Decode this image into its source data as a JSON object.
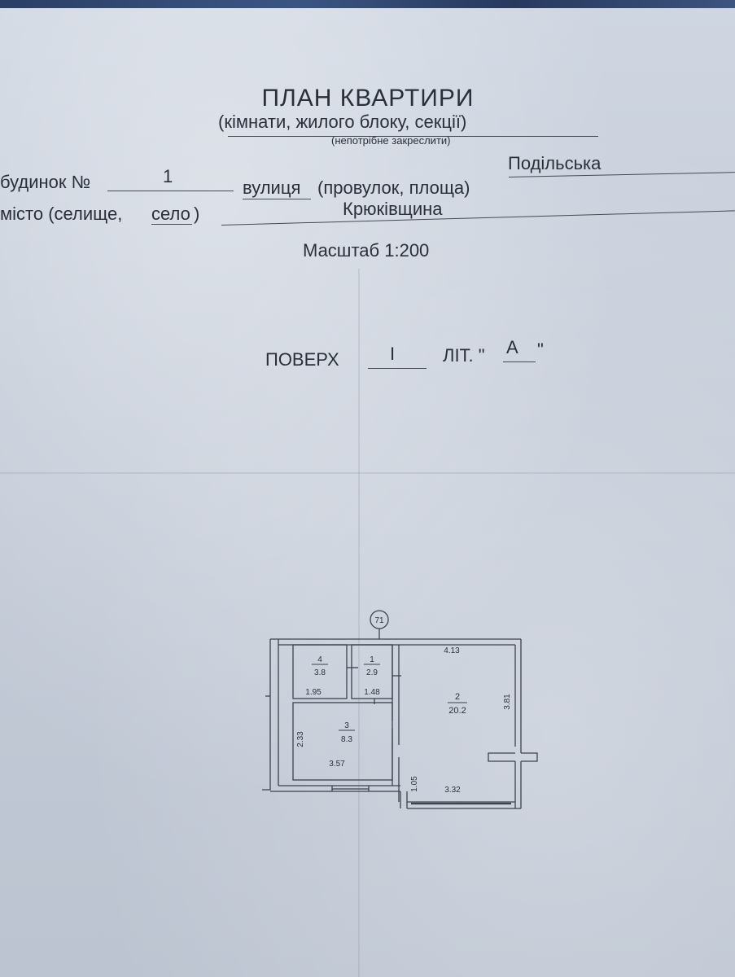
{
  "header": {
    "title": "ПЛАН КВАРТИРИ",
    "subtitle": "(кімнати, жилого блоку, секції)",
    "note": "(непотрібне закреслити)"
  },
  "address": {
    "house_label": "будинок №",
    "house_number": "1",
    "street_label_main": "вулиця",
    "street_label_rest": "(провулок, площа)",
    "street_value": "Подільська",
    "city_label_start": "місто (селище,",
    "city_label_select": "село",
    "city_label_end": ")",
    "city_value": "Крюківщина"
  },
  "scale": {
    "text": "Масштаб 1:200"
  },
  "floor": {
    "floor_label": "ПОВЕРХ",
    "floor_value": "I",
    "lit_label": "ЛІТ. \"",
    "lit_value": "А",
    "lit_close": "\""
  },
  "plan": {
    "axis_marker": "71",
    "rooms": [
      {
        "number": "4",
        "area": "3.8"
      },
      {
        "number": "1",
        "area": "2.9"
      },
      {
        "number": "2",
        "area": "20.2"
      },
      {
        "number": "3",
        "area": "8.3"
      }
    ],
    "dimensions": {
      "room2_width": "4.13",
      "room2_height": "3.81",
      "room4_width": "1.95",
      "room1_width": "1.48",
      "room3_height": "2.33",
      "room3_width": "3.57",
      "balcony_height": "1.05",
      "balcony_width": "3.32"
    }
  }
}
